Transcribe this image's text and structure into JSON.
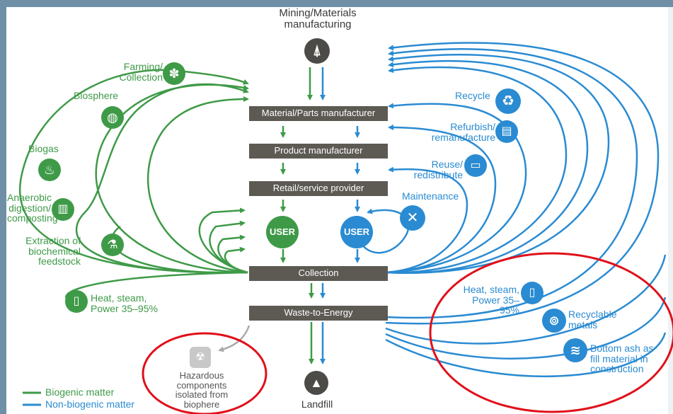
{
  "center": {
    "mining_line1": "Mining/Materials",
    "mining_line2": "manufacturing",
    "material_parts": "Material/Parts manufacturer",
    "product": "Product manufacturer",
    "retail": "Retail/service provider",
    "user_left": "USER",
    "user_right": "USER",
    "collection": "Collection",
    "waste_to_energy": "Waste-to-Energy",
    "landfill": "Landfill"
  },
  "left": {
    "farming_1": "Farming/",
    "farming_2": "Collection",
    "biosphere": "Biosphere",
    "biogas": "Biogas",
    "anaerobic_1": "Anaerobic",
    "anaerobic_2": "digestion/",
    "anaerobic_3": "composting",
    "extraction_1": "Extraction of",
    "extraction_2": "biochemical",
    "extraction_3": "feedstock",
    "heat_1": "Heat, steam,",
    "heat_2": "Power 35–95%"
  },
  "right": {
    "recycle": "Recycle",
    "refurbish_1": "Refurbish/",
    "refurbish_2": "remanufacture",
    "reuse_1": "Reuse/",
    "reuse_2": "redistribute",
    "maintenance": "Maintenance",
    "heat_1": "Heat, steam,",
    "heat_2": "Power 35–95%",
    "recyclable_1": "Recyclable",
    "recyclable_2": "metals",
    "ash_1": "Bottom ash as",
    "ash_2": "fill material in",
    "ash_3": "construction"
  },
  "hazard": {
    "line1": "Hazardous",
    "line2": "components",
    "line3": "isolated from",
    "line4": "biophere"
  },
  "legend": {
    "biogenic": "Biogenic matter",
    "non_biogenic": "Non-biogenic matter"
  },
  "colors": {
    "biogenic": "#3f9a48",
    "non_biogenic": "#2a8bd2",
    "box": "#5d5a54",
    "highlight": "#e0101a",
    "frame": "#6e8fa6"
  },
  "icons": {
    "mining": "oil-derrick-icon",
    "farming": "wheat-icon",
    "biosphere": "globe-icon",
    "biogas": "flame-icon",
    "anaerobic": "compost-bin-icon",
    "extraction": "flask-icon",
    "heat_left": "battery-icon",
    "recycle": "recycle-icon",
    "refurbish": "factory-icon",
    "reuse": "devices-icon",
    "maintenance": "tools-icon",
    "heat_right": "battery-icon",
    "recyclable": "metal-can-icon",
    "ash": "ash-icon",
    "hazard": "radioactive-icon",
    "landfill": "mountain-icon"
  }
}
